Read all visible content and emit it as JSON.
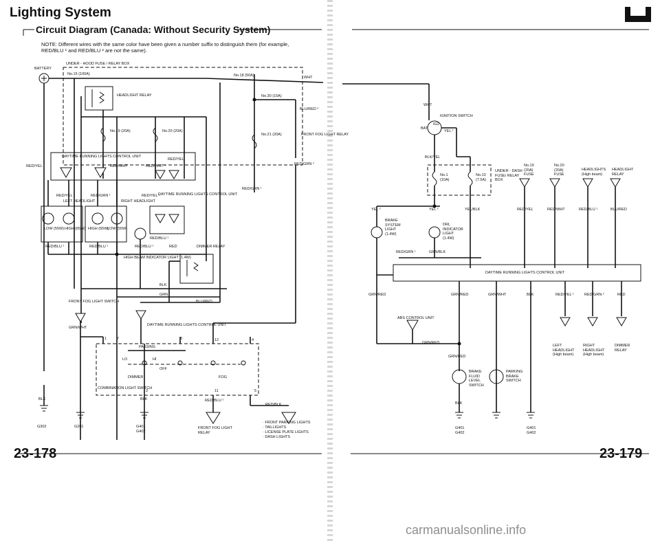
{
  "header": {
    "title": "Lighting System",
    "subtitle": "Circuit Diagram (Canada: Without Security System)",
    "note_line1": "NOTE: Different wires with the same color have been given a number suffix to distinguish them (for example,",
    "note_line2": "RED/BLU ¹ and RED/BLU ² are not the same)."
  },
  "left_page": {
    "battery": "BATTERY",
    "underhood_box": "UNDER - HOOD FUSE / RELAY BOX",
    "fuse_no15": "No.15 (100A)",
    "fuse_no18": "No.18 (50A)",
    "fuse_no30": "No.30 (15A)",
    "fuse_no19": "No.19 (20A)",
    "fuse_no20": "No.20 (20A)",
    "fuse_no21": "No.21 (20A)",
    "headlight_relay": "HEADLIGHT RELAY",
    "front_fog_relay": "FRONT FOG LIGHT RELAY",
    "wht": "WHT",
    "blu_red2": "BLU/RED ²",
    "red_grn2_top": "RED/GRN ²",
    "red_grn1": "RED/GRN ¹",
    "drl_unit": "DAYTIME RUNNING LIGHTS CONTROL UNIT",
    "red_yel_left": "RED/YEL",
    "red_wht": "RED/WHT",
    "red_wht1": "RED/WHT ¹",
    "red_yel_right": "RED/YEL",
    "red_yel1": "RED/YEL ¹",
    "red_grn1_mid": "RED/GRN ¹",
    "left_headlight": "LEFT HEADLIGHT",
    "right_headlight": "RIGHT HEADLIGHT",
    "low_55w_l": "LOW (55W)",
    "high_65w_l": "HIGH (65W)",
    "high_65w_r": "HIGH (65W)",
    "low_55w_r": "LOW (55W)",
    "red_blu1_a": "RED/BLU ¹",
    "red_blu1_b": "RED/BLU ¹",
    "red_blu1_c": "RED/BLU ¹",
    "red_blu1_d": "RED/BLU ¹",
    "red": "RED",
    "drl_control_unit_right": "DAYTIME RUNNING LIGHTS CONTROL UNIT",
    "dimmer_relay": "DIMMER RELAY",
    "high_beam_indicator": "HIGH BEAM INDICATOR LIGHT (1.4W)",
    "blk_mid": "BLK",
    "grn_mid": "GRN",
    "blu_red": "BLU/RED",
    "front_fog_switch": "FRONT FOG LIGHT SWITCH",
    "grn_wht": "GRN/WHT",
    "drl_unit_lower": "DAYTIME RUNNING LIGHTS CONTROL UNIT",
    "pin1": "1",
    "pin7": "7",
    "pin8": "8",
    "pin12": "12",
    "pin4": "4",
    "pin2": "2",
    "pin11": "11",
    "pin5": "5",
    "passing": "PASSING",
    "lo": "LO",
    "hi": "HI",
    "off": "OFF",
    "fog": "FOG",
    "dimmer": "DIMMER",
    "combination_switch": "COMBINATION LIGHT SWITCH",
    "blk_a": "BLK",
    "blk_b": "BLK",
    "red_blu2": "RED/BLU ²",
    "red_blk": "RED/BLK",
    "front_fog_relay_b": "FRONT FOG LIGHT RELAY",
    "loads_list1": "· FRONT PARKING LIGHTS",
    "loads_list2": "· TAILLIGHTS",
    "loads_list3": "· LICENSE PLATE LIGHTS",
    "loads_list4": "· DASH LIGHTS",
    "g302": "G302",
    "g201": "G201",
    "g401_402": "G401 G402",
    "page_number": "23-178"
  },
  "right_page": {
    "wht": "WHT",
    "ignition_switch": "IGNITION SWITCH",
    "bat": "BAT",
    "ig2": "IG2",
    "yel1": "YEL ¹",
    "blk_yel": "BLK/YEL",
    "underdash_box": "UNDER - DASH FUSE/ RELAY BOX",
    "fuse_no1": "No.1 (10A)",
    "fuse_no10": "No.10 (7.5A)",
    "fuse_no19": "No.19 (20A) FUSE",
    "fuse_no20": "No.20 (20A) FUSE",
    "headlights_high": "HEADLIGHTS (High beam)",
    "headlight_relay": "HEADLIGHT RELAY",
    "yel2_a": "YEL ²",
    "yel2_b": "YEL ²",
    "yel_blk": "YEL/BLK",
    "red_yel": "RED/YEL",
    "red_wht": "RED/WHT",
    "red_blu1": "RED/BLU ¹",
    "blu_red": "BLU/RED",
    "brake_light": "BRAKE SYSTEM LIGHT (1.4W)",
    "drl_indicator": "DRL INDICATOR LIGHT (1.4W)",
    "red_grn1": "RED/GRN ¹",
    "grn_blk": "GRN/BLK",
    "drl_control_unit": "DAYTIME RUNNING LIGHTS CONTROL UNIT",
    "grn_red_a": "GRN/RED",
    "grn_red_b": "GRN/RED",
    "grn_wht": "GRN/WHT",
    "blk": "BLK",
    "red_yel1": "RED/YEL ¹",
    "red_grn2": "RED/GRN ²",
    "red": "RED",
    "abs_unit": "ABS CONTROL UNIT",
    "grn_red_c": "GRN/RED",
    "grn_red_d": "GRN/RED",
    "brake_fluid_switch": "BRAKE FLUID LEVEL SWITCH",
    "parking_brake_switch": "PARKING BRAKE SWITCH",
    "left_headlight_hb": "LEFT HEADLIGHT (High beam)",
    "right_headlight_hb": "RIGHT HEADLIGHT (High beam)",
    "dimmer_relay": "DIMMER RELAY",
    "blk_b": "BLK",
    "g401_402_a": "G401 G402",
    "g401_402_b": "G401 G402",
    "page_number": "23-179"
  },
  "watermark": "carmanualsonline.info"
}
